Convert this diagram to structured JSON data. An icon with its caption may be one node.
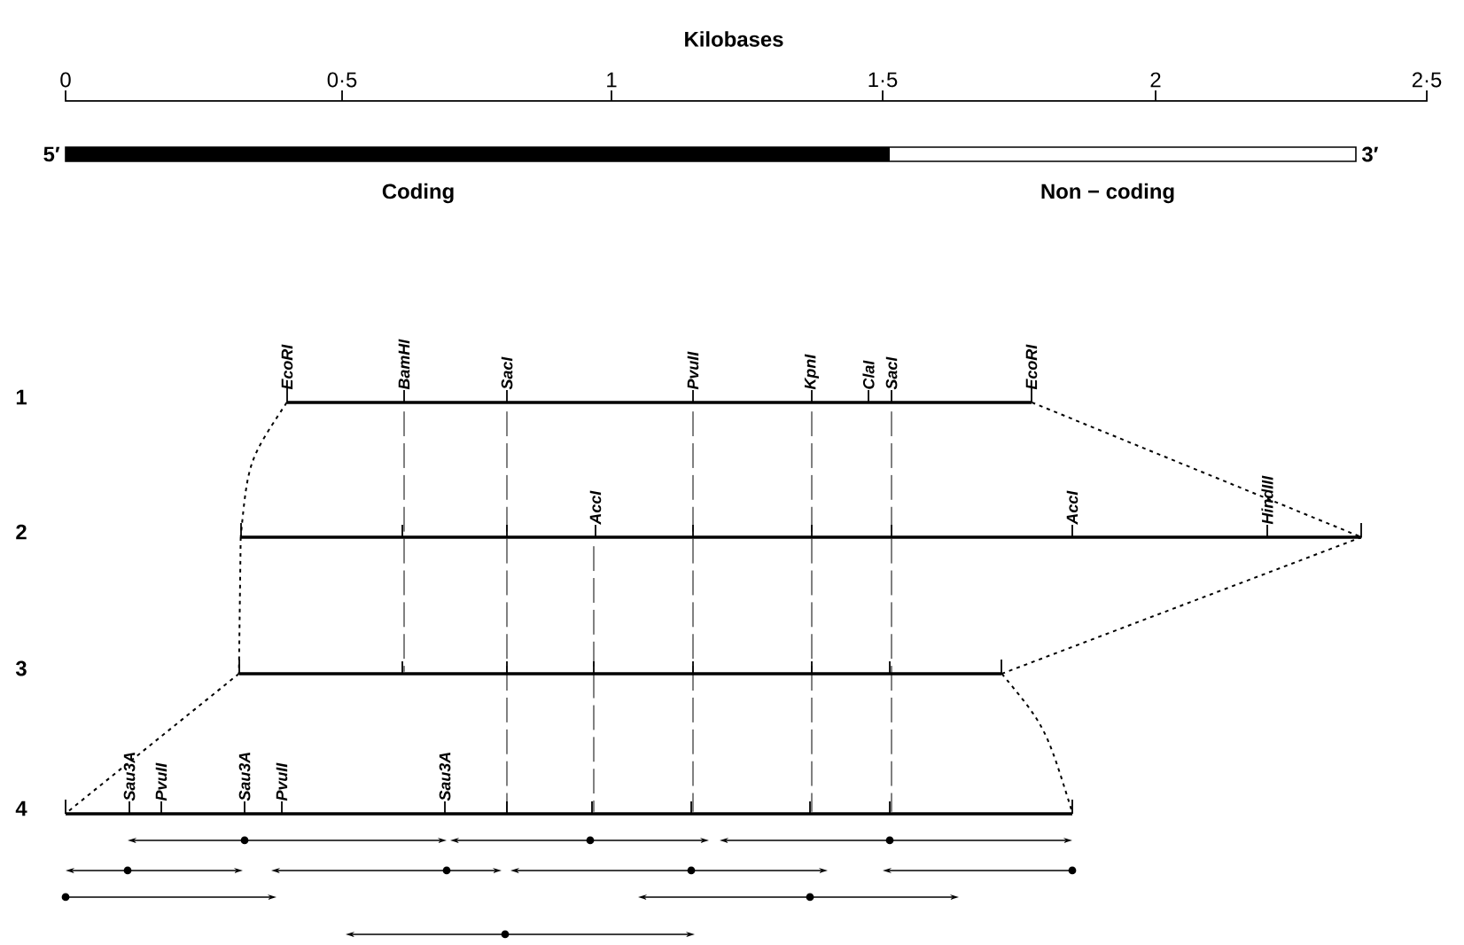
{
  "diagram": {
    "nodes": [
      {
        "text": [],
        "shape": "bar"
      },
      {
        "text": [],
        "shape": "bar"
      },
      {
        "text": [],
        "shape": "bar"
      },
      {
        "text": [],
        "shape": "bar"
      }
    ],
    "edges": [
      {
        "from": 0,
        "to": 1,
        "arrow": "none",
        "style": "dashed"
      },
      {
        "from": 0,
        "to": 1,
        "arrow": "none",
        "style": "dashed"
      },
      {
        "from": 1,
        "to": 2,
        "arrow": "none",
        "style": "dashed"
      },
      {
        "from": 1,
        "to": 2,
        "arrow": "none",
        "style": "dashed"
      },
      {
        "from": 2,
        "to": 3,
        "arrow": "none",
        "style": "dashed"
      },
      {
        "from": 2,
        "to": 3,
        "arrow": "none",
        "style": "dashed"
      },
      {
        "from": 0,
        "to": 2,
        "arrow": "none",
        "style": "dashed"
      },
      {
        "from": 0,
        "to": 3,
        "arrow": "none",
        "style": "dashed"
      },
      {
        "from": 1,
        "to": 3,
        "arrow": "none",
        "style": "dashed"
      },
      {
        "from": 0,
        "to": 3,
        "arrow": "none",
        "style": "dashed"
      },
      {
        "from": 0,
        "to": 3,
        "arrow": "none",
        "style": "dashed"
      },
      {
        "from": 0,
        "to": 3,
        "arrow": "none",
        "style": "dashed"
      }
    ],
    "labels": [
      "Kilobases",
      "0",
      "0·5",
      "1",
      "1·5",
      "2",
      "2·5",
      "5′",
      "3′",
      "Coding",
      "Non − coding",
      "1",
      "EcoRI",
      "BamHI",
      "SacI",
      "PvuII",
      "KpnI",
      "ClaI",
      "SacI",
      "EcoRI",
      "2",
      "AccI",
      "AccI",
      "HindIII",
      "3",
      "4",
      "Sau3A",
      "PvuII",
      "Sau3A",
      "PvuII",
      "Sau3A"
    ]
  }
}
